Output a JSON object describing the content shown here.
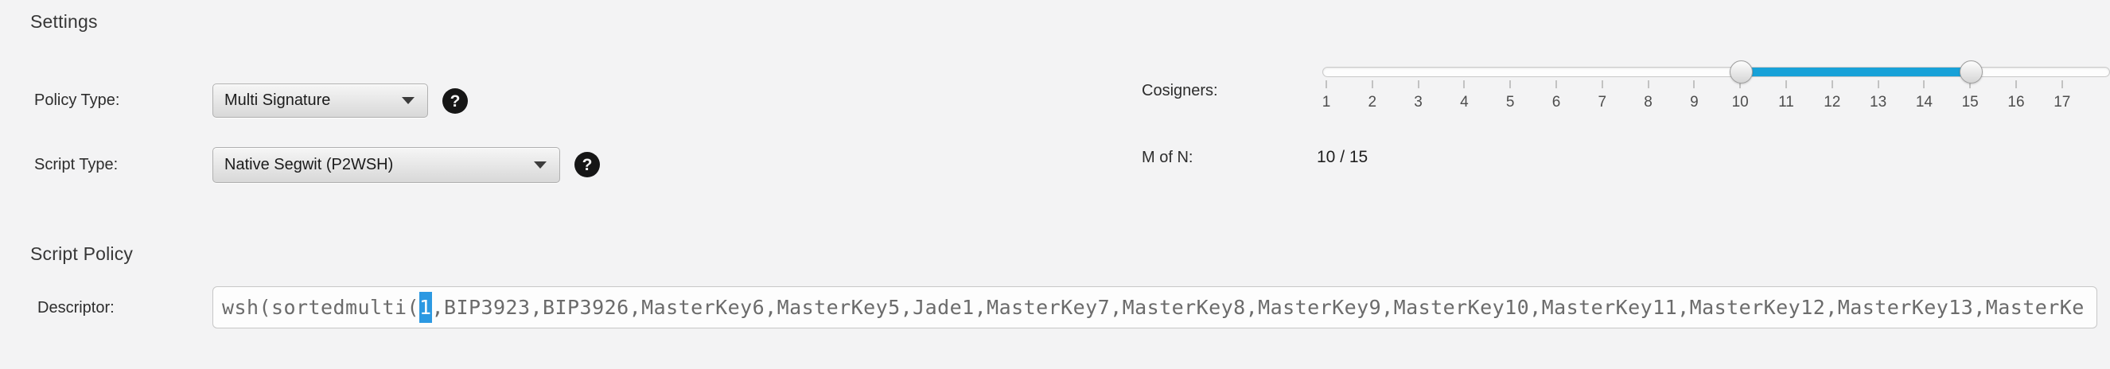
{
  "settings_section": {
    "title": "Settings"
  },
  "policy_type": {
    "label": "Policy Type:",
    "value": "Multi Signature",
    "help_glyph": "?"
  },
  "script_type": {
    "label": "Script Type:",
    "value": "Native Segwit (P2WSH)",
    "help_glyph": "?"
  },
  "cosigners": {
    "label": "Cosigners:",
    "ticks": [
      "1",
      "2",
      "3",
      "4",
      "5",
      "6",
      "7",
      "8",
      "9",
      "10",
      "11",
      "12",
      "13",
      "14",
      "15",
      "16",
      "17"
    ],
    "low": 10,
    "high": 15
  },
  "m_of_n": {
    "label": "M of N:",
    "value": "10 / 15"
  },
  "script_policy_section": {
    "title": "Script Policy"
  },
  "descriptor": {
    "label": "Descriptor:",
    "value_pre": "wsh(sortedmulti(",
    "value_selected": "1",
    "value_post": ",BIP3923,BIP3926,MasterKey6,MasterKey5,Jade1,MasterKey7,MasterKey8,MasterKey9,MasterKey10,MasterKey11,MasterKey12,MasterKey13,MasterKe"
  },
  "colors": {
    "background": "#f3f3f4",
    "slider_fill_blue": "#17a1d8",
    "selection_blue": "#2c99e2"
  }
}
